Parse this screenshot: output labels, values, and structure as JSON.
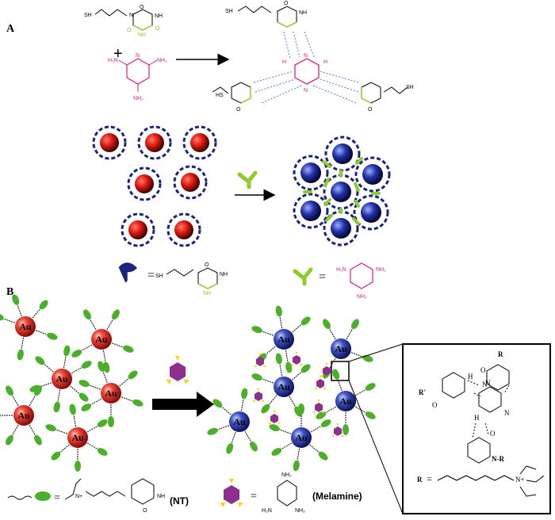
{
  "panel_a": {
    "label": "A",
    "plus": "+",
    "equals_1": "=",
    "equals_2": "=",
    "atoms": {
      "sh": "SH",
      "o": "O",
      "n": "N",
      "nh": "NH",
      "h": "H",
      "n_pink": "N",
      "nh2_left": "H",
      "nh2_right": "H"
    }
  },
  "panel_b": {
    "label": "B",
    "au": "Au",
    "nt_label": "(NT)",
    "melamine_label": "(Melamine)",
    "r_label": "R",
    "r_prime": "R'",
    "equals_nt": "=",
    "equals_mel": "=",
    "equals_r": "=",
    "atoms": {
      "nh": "NH",
      "nh2": "NH2",
      "h2n": "H2N",
      "n": "N",
      "o": "O",
      "h": "H",
      "n_plus": "N+"
    }
  },
  "colors": {
    "green": "#8ccc2c",
    "pink": "#d8218c",
    "navy": "#1a237e",
    "red": "#e0312a",
    "blue": "#3a4fb0",
    "purple": "#8e2f90",
    "yellow": "#f5d61a",
    "leaf": "#4caf2a"
  }
}
